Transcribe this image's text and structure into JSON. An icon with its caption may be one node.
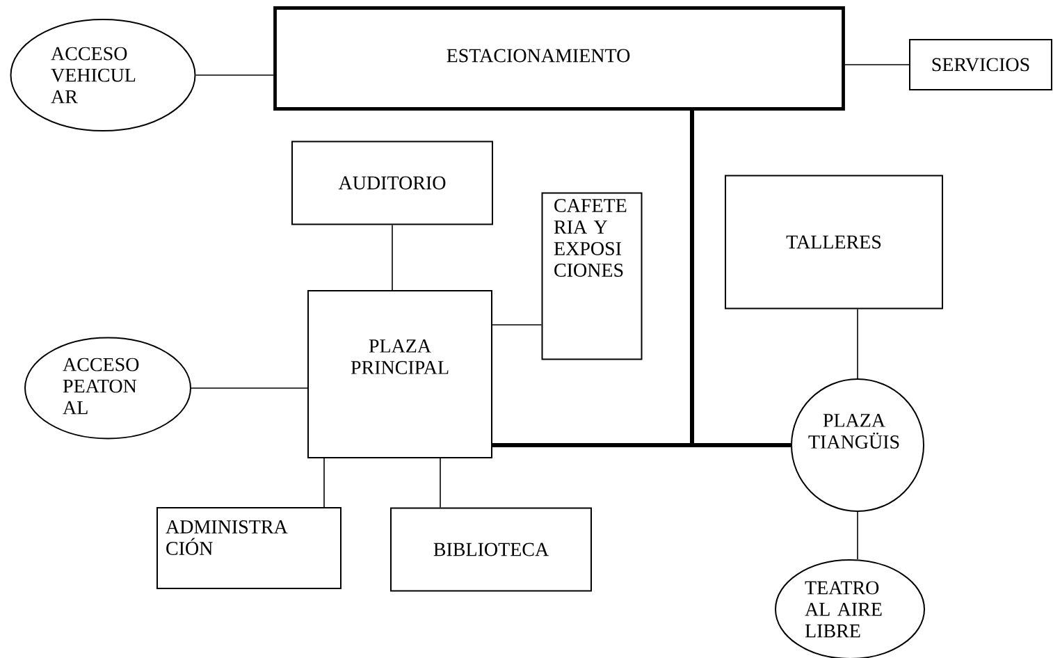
{
  "diagram": {
    "nodes": [
      {
        "text": [
          "ACCESO VEHICUL AR"
        ]
      },
      {
        "text": [
          "ESTACIONAMIENTO"
        ]
      },
      {
        "text": [
          "SERVICIOS"
        ]
      },
      {
        "text": [
          "AUDITORIO"
        ]
      },
      {
        "text": [
          "CAFETE RIA Y EXPOSI CIONES"
        ]
      },
      {
        "text": [
          "TALLERES"
        ]
      },
      {
        "text": [
          "ACCESO PEATON AL"
        ]
      },
      {
        "text": [
          "PLAZA PRINCIPAL"
        ]
      },
      {
        "text": [
          "PLAZA TIANGÜIS"
        ]
      },
      {
        "text": [
          "ADMINISTRA CIÓN"
        ]
      },
      {
        "text": [
          "BIBLIOTECA"
        ]
      },
      {
        "text": [
          "TEATRO AL AIRE LIBRE"
        ]
      }
    ],
    "edges": [
      {
        "from": 0,
        "to": 1,
        "arrow": "none"
      },
      {
        "from": 1,
        "to": 2,
        "arrow": "none"
      },
      {
        "from": 3,
        "to": 7,
        "arrow": "none"
      },
      {
        "from": 7,
        "to": 4,
        "arrow": "none"
      },
      {
        "from": 6,
        "to": 7,
        "arrow": "none"
      },
      {
        "from": 7,
        "to": 9,
        "arrow": "none"
      },
      {
        "from": 7,
        "to": 10,
        "arrow": "none"
      },
      {
        "from": 7,
        "to": 8,
        "arrow": "none"
      },
      {
        "from": 1,
        "to": 7,
        "arrow": "none",
        "style": "thick"
      },
      {
        "from": 1,
        "to": 8,
        "arrow": "none",
        "style": "thick"
      },
      {
        "from": 5,
        "to": 8,
        "arrow": "none"
      },
      {
        "from": 8,
        "to": 11,
        "arrow": "none"
      }
    ]
  }
}
